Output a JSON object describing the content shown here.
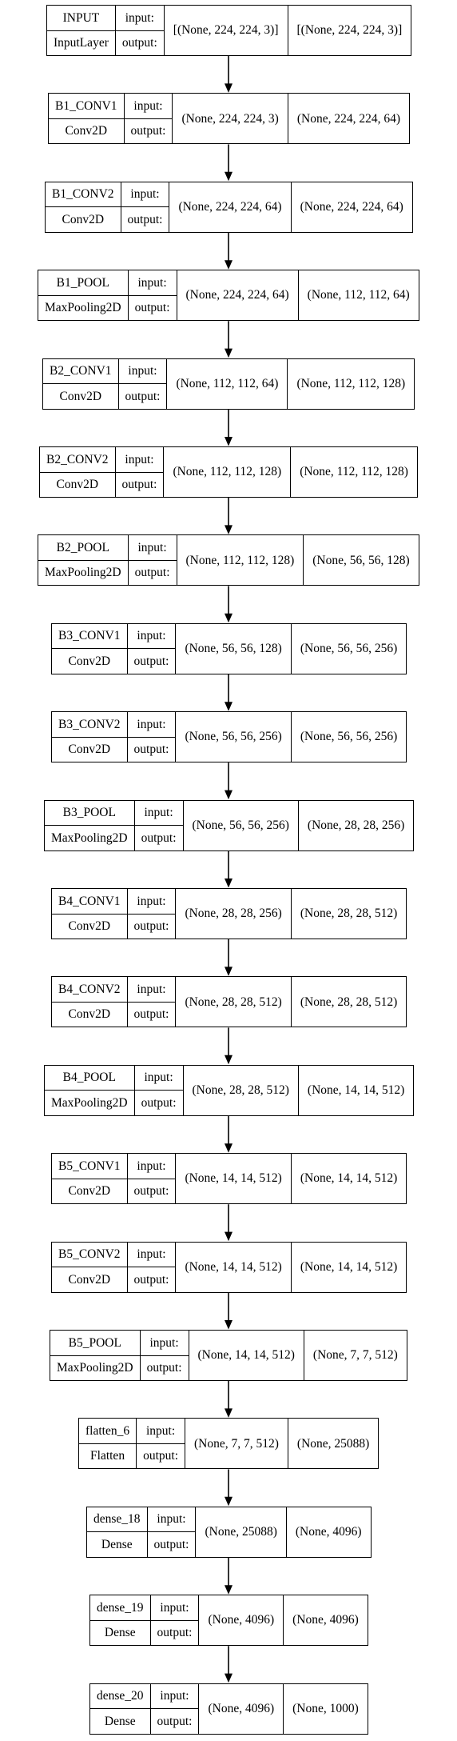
{
  "labels": {
    "input": "input:",
    "output": "output:"
  },
  "layers": [
    {
      "name": "INPUT",
      "type": "InputLayer",
      "input_shape": "[(None, 224, 224, 3)]",
      "output_shape": "[(None, 224, 224, 3)]"
    },
    {
      "name": "B1_CONV1",
      "type": "Conv2D",
      "input_shape": "(None, 224, 224, 3)",
      "output_shape": "(None, 224, 224, 64)"
    },
    {
      "name": "B1_CONV2",
      "type": "Conv2D",
      "input_shape": "(None, 224, 224, 64)",
      "output_shape": "(None, 224, 224, 64)"
    },
    {
      "name": "B1_POOL",
      "type": "MaxPooling2D",
      "input_shape": "(None, 224, 224, 64)",
      "output_shape": "(None, 112, 112, 64)"
    },
    {
      "name": "B2_CONV1",
      "type": "Conv2D",
      "input_shape": "(None, 112, 112, 64)",
      "output_shape": "(None, 112, 112, 128)"
    },
    {
      "name": "B2_CONV2",
      "type": "Conv2D",
      "input_shape": "(None, 112, 112, 128)",
      "output_shape": "(None, 112, 112, 128)"
    },
    {
      "name": "B2_POOL",
      "type": "MaxPooling2D",
      "input_shape": "(None, 112, 112, 128)",
      "output_shape": "(None, 56, 56, 128)"
    },
    {
      "name": "B3_CONV1",
      "type": "Conv2D",
      "input_shape": "(None, 56, 56, 128)",
      "output_shape": "(None, 56, 56, 256)"
    },
    {
      "name": "B3_CONV2",
      "type": "Conv2D",
      "input_shape": "(None, 56, 56, 256)",
      "output_shape": "(None, 56, 56, 256)"
    },
    {
      "name": "B3_POOL",
      "type": "MaxPooling2D",
      "input_shape": "(None, 56, 56, 256)",
      "output_shape": "(None, 28, 28, 256)"
    },
    {
      "name": "B4_CONV1",
      "type": "Conv2D",
      "input_shape": "(None, 28, 28, 256)",
      "output_shape": "(None, 28, 28, 512)"
    },
    {
      "name": "B4_CONV2",
      "type": "Conv2D",
      "input_shape": "(None, 28, 28, 512)",
      "output_shape": "(None, 28, 28, 512)"
    },
    {
      "name": "B4_POOL",
      "type": "MaxPooling2D",
      "input_shape": "(None, 28, 28, 512)",
      "output_shape": "(None, 14, 14, 512)"
    },
    {
      "name": "B5_CONV1",
      "type": "Conv2D",
      "input_shape": "(None, 14, 14, 512)",
      "output_shape": "(None, 14, 14, 512)"
    },
    {
      "name": "B5_CONV2",
      "type": "Conv2D",
      "input_shape": "(None, 14, 14, 512)",
      "output_shape": "(None, 14, 14, 512)"
    },
    {
      "name": "B5_POOL",
      "type": "MaxPooling2D",
      "input_shape": "(None, 14, 14, 512)",
      "output_shape": "(None, 7, 7, 512)"
    },
    {
      "name": "flatten_6",
      "type": "Flatten",
      "input_shape": "(None, 7, 7, 512)",
      "output_shape": "(None, 25088)"
    },
    {
      "name": "dense_18",
      "type": "Dense",
      "input_shape": "(None, 25088)",
      "output_shape": "(None, 4096)"
    },
    {
      "name": "dense_19",
      "type": "Dense",
      "input_shape": "(None, 4096)",
      "output_shape": "(None, 4096)"
    },
    {
      "name": "dense_20",
      "type": "Dense",
      "input_shape": "(None, 4096)",
      "output_shape": "(None, 1000)"
    }
  ]
}
